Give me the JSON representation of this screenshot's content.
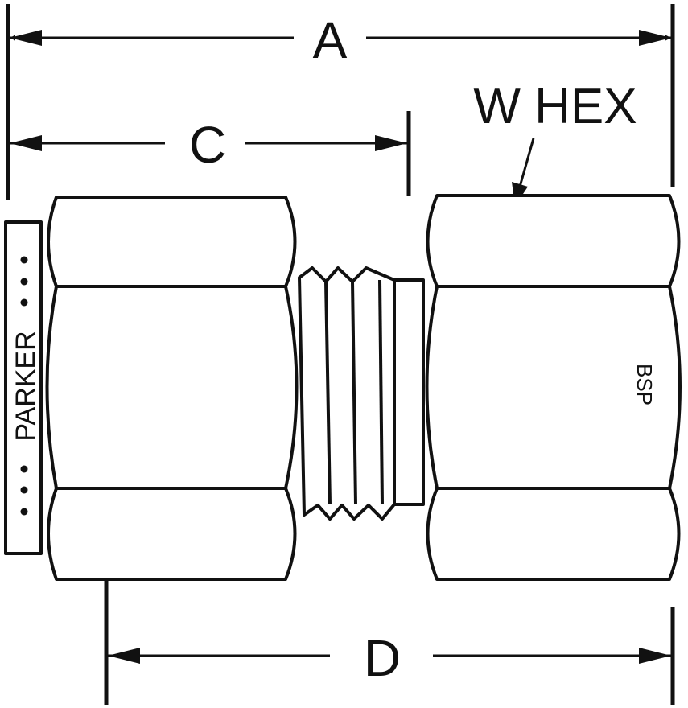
{
  "diagram": {
    "title": "Female BSP connector dimension drawing",
    "dimensions": {
      "a": "A",
      "c": "C",
      "d": "D",
      "w_hex": "W HEX"
    },
    "markings": {
      "brand": "PARKER",
      "thread": "BSP"
    },
    "line_color": "#111111"
  }
}
